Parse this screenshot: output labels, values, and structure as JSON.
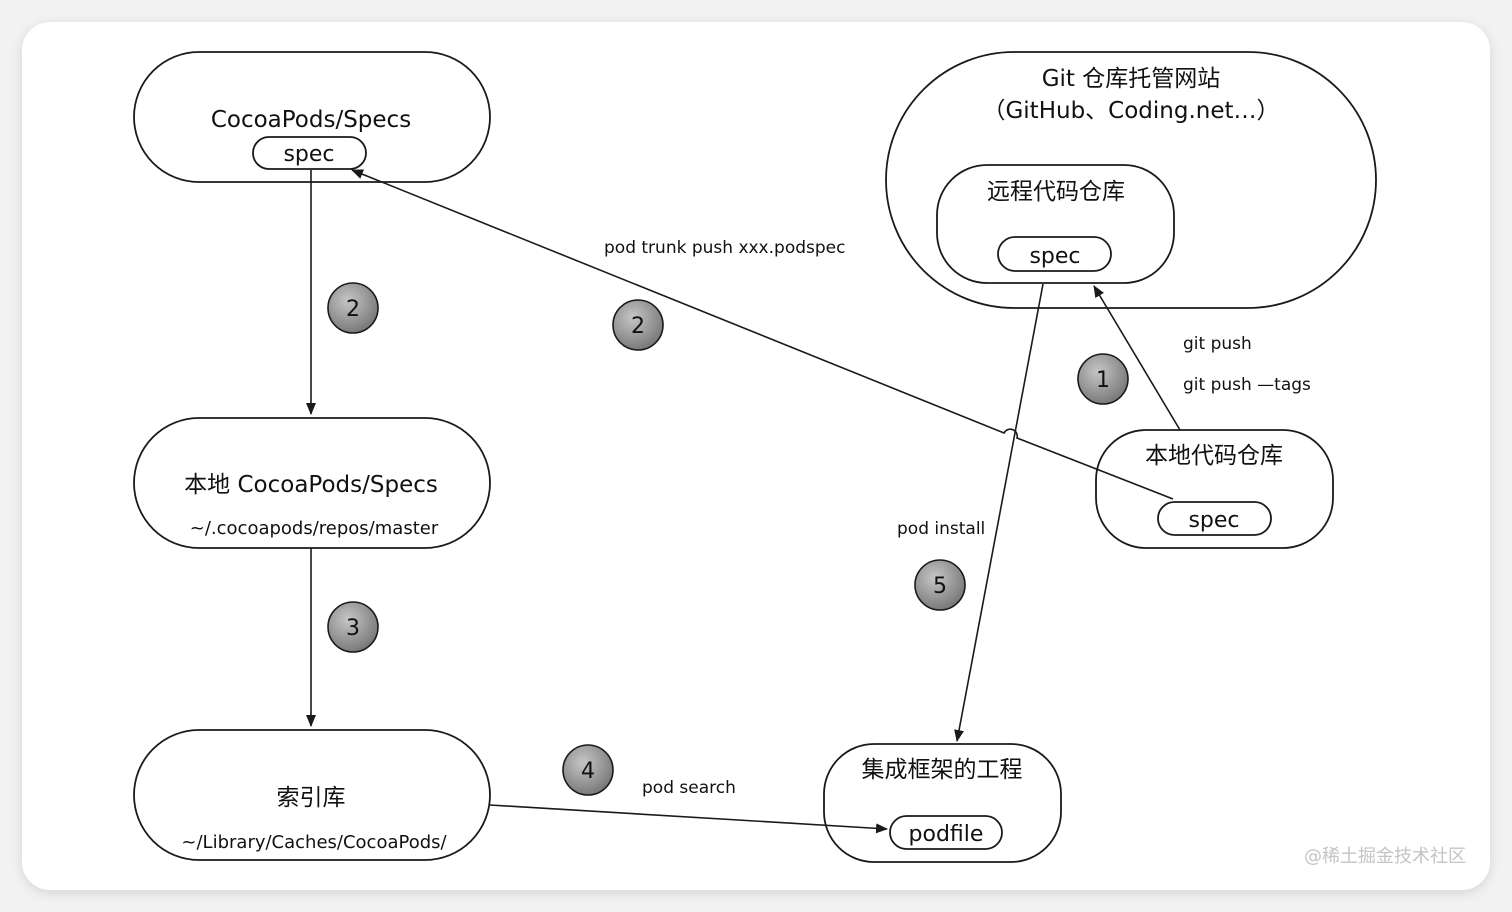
{
  "nodes": {
    "specs_remote": {
      "title": "CocoaPods/Specs",
      "pill": "spec"
    },
    "git_host": {
      "title": "Git 仓库托管网站",
      "subtitle": "（GitHub、Coding.net…）"
    },
    "remote_repo": {
      "title": "远程代码仓库",
      "pill": "spec"
    },
    "local_specs": {
      "title": "本地 CocoaPods/Specs",
      "path": "~/.cocoapods/repos/master"
    },
    "local_repo": {
      "title": "本地代码仓库",
      "pill": "spec"
    },
    "index_lib": {
      "title": "索引库",
      "path": "~/Library/Caches/CocoaPods/"
    },
    "project": {
      "title": "集成框架的工程",
      "pill": "podfile"
    }
  },
  "edges": {
    "trunk_push": "pod trunk push xxx.podspec",
    "git_push": "git push",
    "git_push_tags": "git push —tags",
    "pod_install": "pod install",
    "pod_search": "pod search"
  },
  "steps": {
    "s1": "1",
    "s2a": "2",
    "s2b": "2",
    "s3": "3",
    "s4": "4",
    "s5": "5"
  },
  "watermark": "@稀土掘金技术社区",
  "colors": {
    "stroke": "#1a1a1a",
    "step_fill": "#8c8c8c",
    "background": "#f2f2f2",
    "canvas": "#ffffff"
  }
}
